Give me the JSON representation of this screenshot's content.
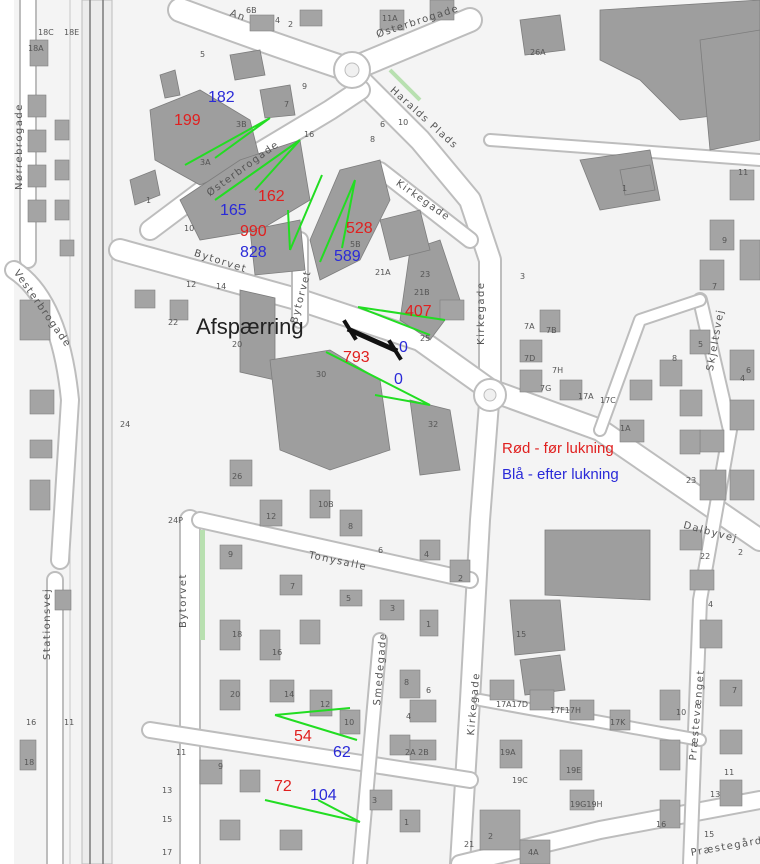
{
  "labels": {
    "closure": "Afspærring",
    "legend_before": "Rød - før lukning",
    "legend_after": "Blå - efter lukning"
  },
  "streets": {
    "osterbrogade_top": "Østerbrogade",
    "osterbrogade_mid": "Østerbrogade",
    "norrebrogade": "Nørrebrogade",
    "vesterbrogade": "Vesterbrogade",
    "haralds_plads": "Haralds Plads",
    "kirkegade_north": "Kirkegade",
    "kirkegade_east": "Kirkegade",
    "kirkegade_south": "Kirkegade",
    "bytorvet_1": "Bytorvet",
    "bytorvet_2": "Bytorvet",
    "bytorvet_3": "Bytorvet",
    "stationsvej": "Stationsvej",
    "tonysalle": "Tonysalle",
    "smedegade": "Smedegade",
    "dalbyvej": "Dalbyvej",
    "skjellsvej": "Skjeltsvej",
    "praestevaenget": "Præstevænget",
    "praestegard": "Præstegård",
    "angade": "An"
  },
  "counts": {
    "c199": "199",
    "c182": "182",
    "c162": "162",
    "c165": "165",
    "c990": "990",
    "c828": "828",
    "c528": "528",
    "c589": "589",
    "c407": "407",
    "c0a": "0",
    "c793": "793",
    "c0b": "0",
    "c54": "54",
    "c62": "62",
    "c72": "72",
    "c104": "104"
  },
  "house_numbers": {
    "h18c": "18C",
    "h18e": "18E",
    "h18a": "18A",
    "h5": "5",
    "h6b": "6B",
    "h4": "4",
    "h2": "2",
    "h11a": "11A",
    "h26a": "26A",
    "h3b": "3B",
    "h7": "7",
    "h9": "9",
    "h16a": "16",
    "h1": "1",
    "h3a": "3A",
    "h10a": "10",
    "h12a": "12",
    "h14": "14",
    "h6": "6",
    "h8": "8",
    "h10b": "10",
    "h5b": "5B",
    "h21a": "21A",
    "h21b": "21B",
    "h23": "23",
    "h25": "25",
    "h22": "22",
    "h20": "20",
    "h30": "30",
    "h32": "32",
    "h7a": "7A",
    "h7b": "7B",
    "h7d": "7D",
    "h7h": "7H",
    "h7g": "7G",
    "h17a": "17A",
    "h17c": "17C",
    "h1a": "1A",
    "h26": "26",
    "h24": "24",
    "h24p": "24P",
    "h12": "12",
    "h10bb": "10B",
    "h8b": "8",
    "h4b": "4",
    "h2b": "2",
    "h6c": "6",
    "h9b": "9",
    "h7c": "7",
    "h5c": "5",
    "h3c": "3",
    "h1b": "1",
    "h18": "18",
    "h16b": "16",
    "h15": "15",
    "h20b": "20",
    "h14b": "14",
    "h12b": "12",
    "h10c": "10",
    "h8c": "8",
    "h4c": "4",
    "h2a2b": "2A 2B",
    "h6d": "6",
    "h17a17d": "17A17D",
    "h17f17h": "17F17H",
    "h17k": "17K",
    "h19a": "19A",
    "h19c": "19C",
    "h19e": "19E",
    "h19g": "19G19H",
    "h11": "11",
    "h13": "13",
    "h15b": "15",
    "h17": "17",
    "h9c": "9",
    "h3d": "3",
    "h1c": "1",
    "h2c": "2",
    "h4a": "4A",
    "h21": "21",
    "h22b": "22",
    "h23b": "23",
    "h4d": "4",
    "h2d": "2",
    "h7e": "7",
    "h10d": "10",
    "h13b": "13",
    "h11b": "11",
    "h15c": "15",
    "h16c": "16",
    "h3e": "3",
    "h8d": "8",
    "h11c": "11",
    "h1d": "1",
    "h9d": "9",
    "h7f": "7",
    "h5d": "5",
    "h4e": "4",
    "h6e": "6",
    "h18b": "18",
    "h16d": "16",
    "h11d": "11"
  },
  "colors": {
    "before": "#e0201f",
    "after": "#2a2ad8",
    "arrow": "#22dd22",
    "closure_bar": "#111111"
  }
}
